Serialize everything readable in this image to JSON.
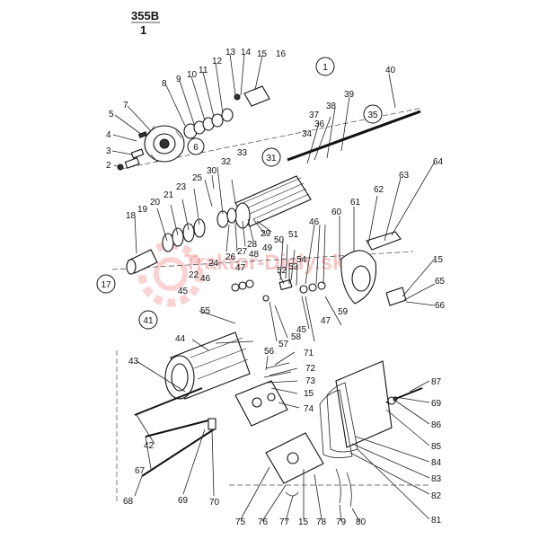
{
  "header": {
    "line1": "355B",
    "line2": "1"
  },
  "watermark": {
    "text": "Traktor-Diely.sk",
    "color": "#e53935"
  },
  "callouts": [
    {
      "id": "c1",
      "text": "1"
    },
    {
      "id": "c35",
      "text": "35"
    },
    {
      "id": "c31",
      "text": "31"
    },
    {
      "id": "c6",
      "text": "6"
    },
    {
      "id": "c17",
      "text": "17"
    },
    {
      "id": "c41",
      "text": "41"
    }
  ],
  "labels": [
    {
      "id": "l2",
      "text": "2"
    },
    {
      "id": "l3",
      "text": "3"
    },
    {
      "id": "l4",
      "text": "4"
    },
    {
      "id": "l5",
      "text": "5"
    },
    {
      "id": "l7",
      "text": "7"
    },
    {
      "id": "l8",
      "text": "8"
    },
    {
      "id": "l9",
      "text": "9"
    },
    {
      "id": "l10",
      "text": "10"
    },
    {
      "id": "l11",
      "text": "11"
    },
    {
      "id": "l12",
      "text": "12"
    },
    {
      "id": "l13",
      "text": "13"
    },
    {
      "id": "l14",
      "text": "14"
    },
    {
      "id": "l15a",
      "text": "15"
    },
    {
      "id": "l16",
      "text": "16"
    },
    {
      "id": "l18",
      "text": "18"
    },
    {
      "id": "l19",
      "text": "19"
    },
    {
      "id": "l20",
      "text": "20"
    },
    {
      "id": "l21",
      "text": "21"
    },
    {
      "id": "l22",
      "text": "22"
    },
    {
      "id": "l23",
      "text": "23"
    },
    {
      "id": "l24",
      "text": "24"
    },
    {
      "id": "l25",
      "text": "25"
    },
    {
      "id": "l26",
      "text": "26"
    },
    {
      "id": "l27",
      "text": "27"
    },
    {
      "id": "l28",
      "text": "28"
    },
    {
      "id": "l29",
      "text": "29"
    },
    {
      "id": "l30",
      "text": "30"
    },
    {
      "id": "l32",
      "text": "32"
    },
    {
      "id": "l33",
      "text": "33"
    },
    {
      "id": "l34",
      "text": "34"
    },
    {
      "id": "l36",
      "text": "36"
    },
    {
      "id": "l37",
      "text": "37"
    },
    {
      "id": "l38",
      "text": "38"
    },
    {
      "id": "l39",
      "text": "39"
    },
    {
      "id": "l40",
      "text": "40"
    },
    {
      "id": "l42",
      "text": "42"
    },
    {
      "id": "l43",
      "text": "43"
    },
    {
      "id": "l44",
      "text": "44"
    },
    {
      "id": "l45a",
      "text": "45"
    },
    {
      "id": "l45b",
      "text": "45"
    },
    {
      "id": "l46a",
      "text": "46"
    },
    {
      "id": "l46b",
      "text": "46"
    },
    {
      "id": "l47a",
      "text": "47"
    },
    {
      "id": "l47b",
      "text": "47"
    },
    {
      "id": "l48",
      "text": "48"
    },
    {
      "id": "l49",
      "text": "49"
    },
    {
      "id": "l50",
      "text": "50"
    },
    {
      "id": "l51",
      "text": "51"
    },
    {
      "id": "l52",
      "text": "52"
    },
    {
      "id": "l53",
      "text": "53"
    },
    {
      "id": "l54",
      "text": "54"
    },
    {
      "id": "l55",
      "text": "55"
    },
    {
      "id": "l56",
      "text": "56"
    },
    {
      "id": "l57",
      "text": "57"
    },
    {
      "id": "l58",
      "text": "58"
    },
    {
      "id": "l59",
      "text": "59"
    },
    {
      "id": "l60",
      "text": "60"
    },
    {
      "id": "l61",
      "text": "61"
    },
    {
      "id": "l62",
      "text": "62"
    },
    {
      "id": "l63",
      "text": "63"
    },
    {
      "id": "l64",
      "text": "64"
    },
    {
      "id": "l15b",
      "text": "15"
    },
    {
      "id": "l65",
      "text": "65"
    },
    {
      "id": "l66",
      "text": "66"
    },
    {
      "id": "l67",
      "text": "67"
    },
    {
      "id": "l68",
      "text": "68"
    },
    {
      "id": "l69a",
      "text": "69"
    },
    {
      "id": "l70",
      "text": "70"
    },
    {
      "id": "l71",
      "text": "71"
    },
    {
      "id": "l72",
      "text": "72"
    },
    {
      "id": "l73",
      "text": "73"
    },
    {
      "id": "l15c",
      "text": "15"
    },
    {
      "id": "l74",
      "text": "74"
    },
    {
      "id": "l75",
      "text": "75"
    },
    {
      "id": "l76",
      "text": "76"
    },
    {
      "id": "l77",
      "text": "77"
    },
    {
      "id": "l15d",
      "text": "15"
    },
    {
      "id": "l78",
      "text": "78"
    },
    {
      "id": "l79",
      "text": "79"
    },
    {
      "id": "l80",
      "text": "80"
    },
    {
      "id": "l81",
      "text": "81"
    },
    {
      "id": "l82",
      "text": "82"
    },
    {
      "id": "l83",
      "text": "83"
    },
    {
      "id": "l84",
      "text": "84"
    },
    {
      "id": "l85",
      "text": "85"
    },
    {
      "id": "l86",
      "text": "86"
    },
    {
      "id": "l69b",
      "text": "69"
    },
    {
      "id": "l87",
      "text": "87"
    }
  ]
}
